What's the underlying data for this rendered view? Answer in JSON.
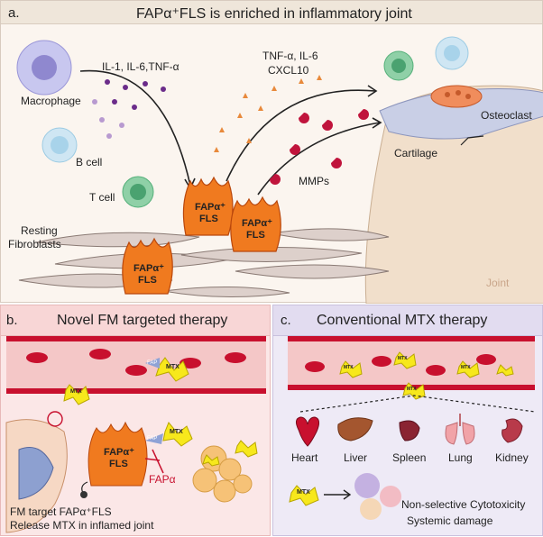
{
  "panel_a": {
    "letter": "a.",
    "title": "FAPα⁺FLS is enriched in inflammatory joint",
    "labels": {
      "cytokines_macrophage": "IL-1, IL-6,TNF-α",
      "macrophage": "Macrophage",
      "cytokines_fls_line1": "TNF-α, IL-6",
      "cytokines_fls_line2": "CXCL10",
      "osteoclast": "Osteoclast",
      "cartilage": "Cartilage",
      "b_cell": "B cell",
      "t_cell": "T cell",
      "mmps": "MMPs",
      "resting_line1": "Resting",
      "resting_line2": "Fibroblasts",
      "joint": "Joint"
    },
    "fls_cell": {
      "line1": "FAPα⁺",
      "line2": "FLS"
    }
  },
  "panel_b": {
    "letter": "b.",
    "title": "Novel FM targeted therapy",
    "tags": {
      "fap": "FAP",
      "mtx": "MTX",
      "fapa": "FAPα"
    },
    "caption_line1": "FM target FAPα⁺FLS",
    "caption_line2": "Release MTX in inflamed joint"
  },
  "panel_c": {
    "letter": "c.",
    "title": "Conventional MTX therapy",
    "mtx": "MTX",
    "organs": [
      "Heart",
      "Liver",
      "Spleen",
      "Lung",
      "Kidney"
    ],
    "caption_line1": "Non-selective Cytotoxicity",
    "caption_line2": "Systemic damage"
  },
  "colors": {
    "fls_orange": "#f07a1f",
    "mtx_yellow": "#f7e81c",
    "vessel_red": "#c8102e",
    "purple": "#6b2c8a",
    "cartilage_blue": "#c9cfe6"
  }
}
